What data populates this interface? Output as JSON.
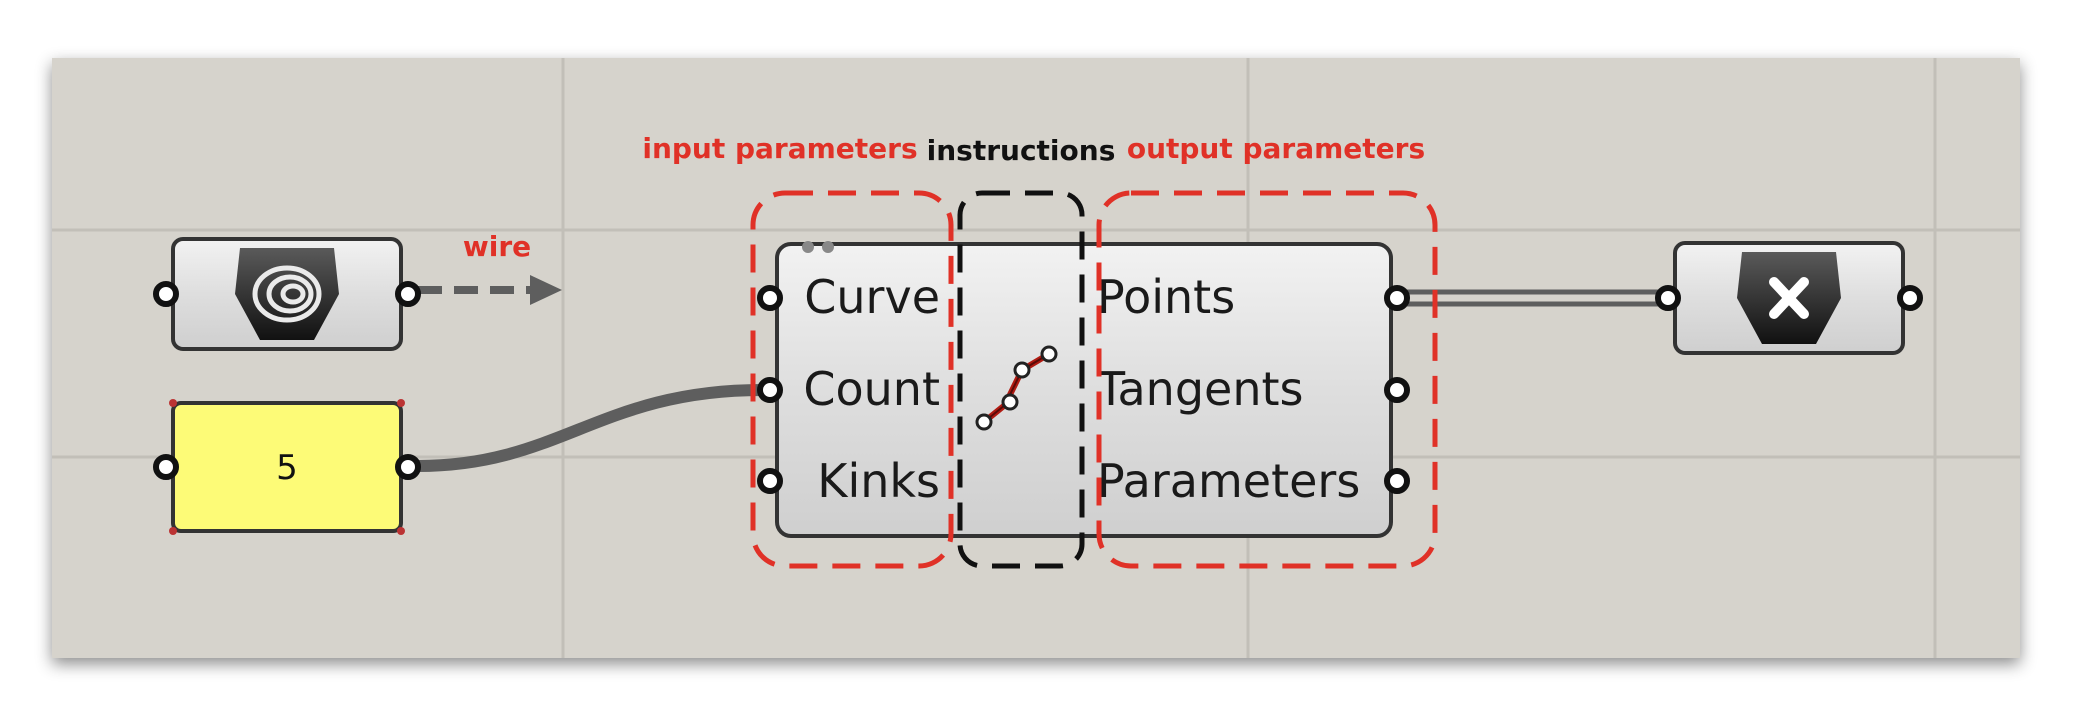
{
  "annotations": {
    "input_label": "input parameters",
    "instructions_label": "instructions",
    "output_label": "output parameters",
    "wire_label": "wire"
  },
  "component": {
    "inputs": [
      "Curve",
      "Count",
      "Kinks"
    ],
    "outputs": [
      "Points",
      "Tangents",
      "Parameters"
    ]
  },
  "number_slider": {
    "value": "5"
  },
  "icons": {
    "source": "curve-spiral-icon",
    "component": "divide-curve-icon",
    "destination": "close-x-icon"
  },
  "colors": {
    "canvas": "#d6d3cc",
    "annotation_red": "#e03127",
    "annotation_black": "#111111",
    "panel_yellow": "#fdfb77",
    "wire": "#5e5e5e"
  }
}
